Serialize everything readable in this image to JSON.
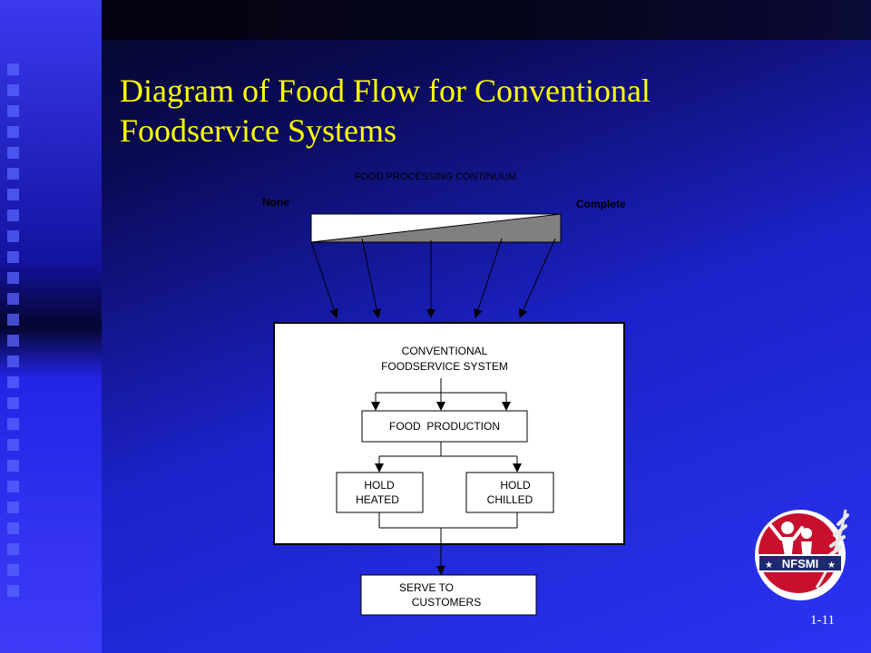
{
  "slide": {
    "title": "Diagram of Food Flow for Conventional Foodservice Systems",
    "slide_number": "1-11"
  },
  "continuum": {
    "heading": "FOOD PROCESSING CONTINUUM",
    "left_label": "None",
    "right_label": "Complete"
  },
  "system": {
    "title_line1": "CONVENTIONAL",
    "title_line2": "FOODSERVICE SYSTEM",
    "production": "FOOD  PRODUCTION",
    "hold_heated_line1": "HOLD",
    "hold_heated_line2": "HEATED",
    "hold_chilled_line1": "HOLD",
    "hold_chilled_line2": "CHILLED"
  },
  "serve": {
    "line1": "SERVE TO",
    "line2": "CUSTOMERS"
  },
  "logo": {
    "text": "NFSMI"
  },
  "colors": {
    "title": "#ffff00",
    "logo_red": "#c8102e"
  }
}
